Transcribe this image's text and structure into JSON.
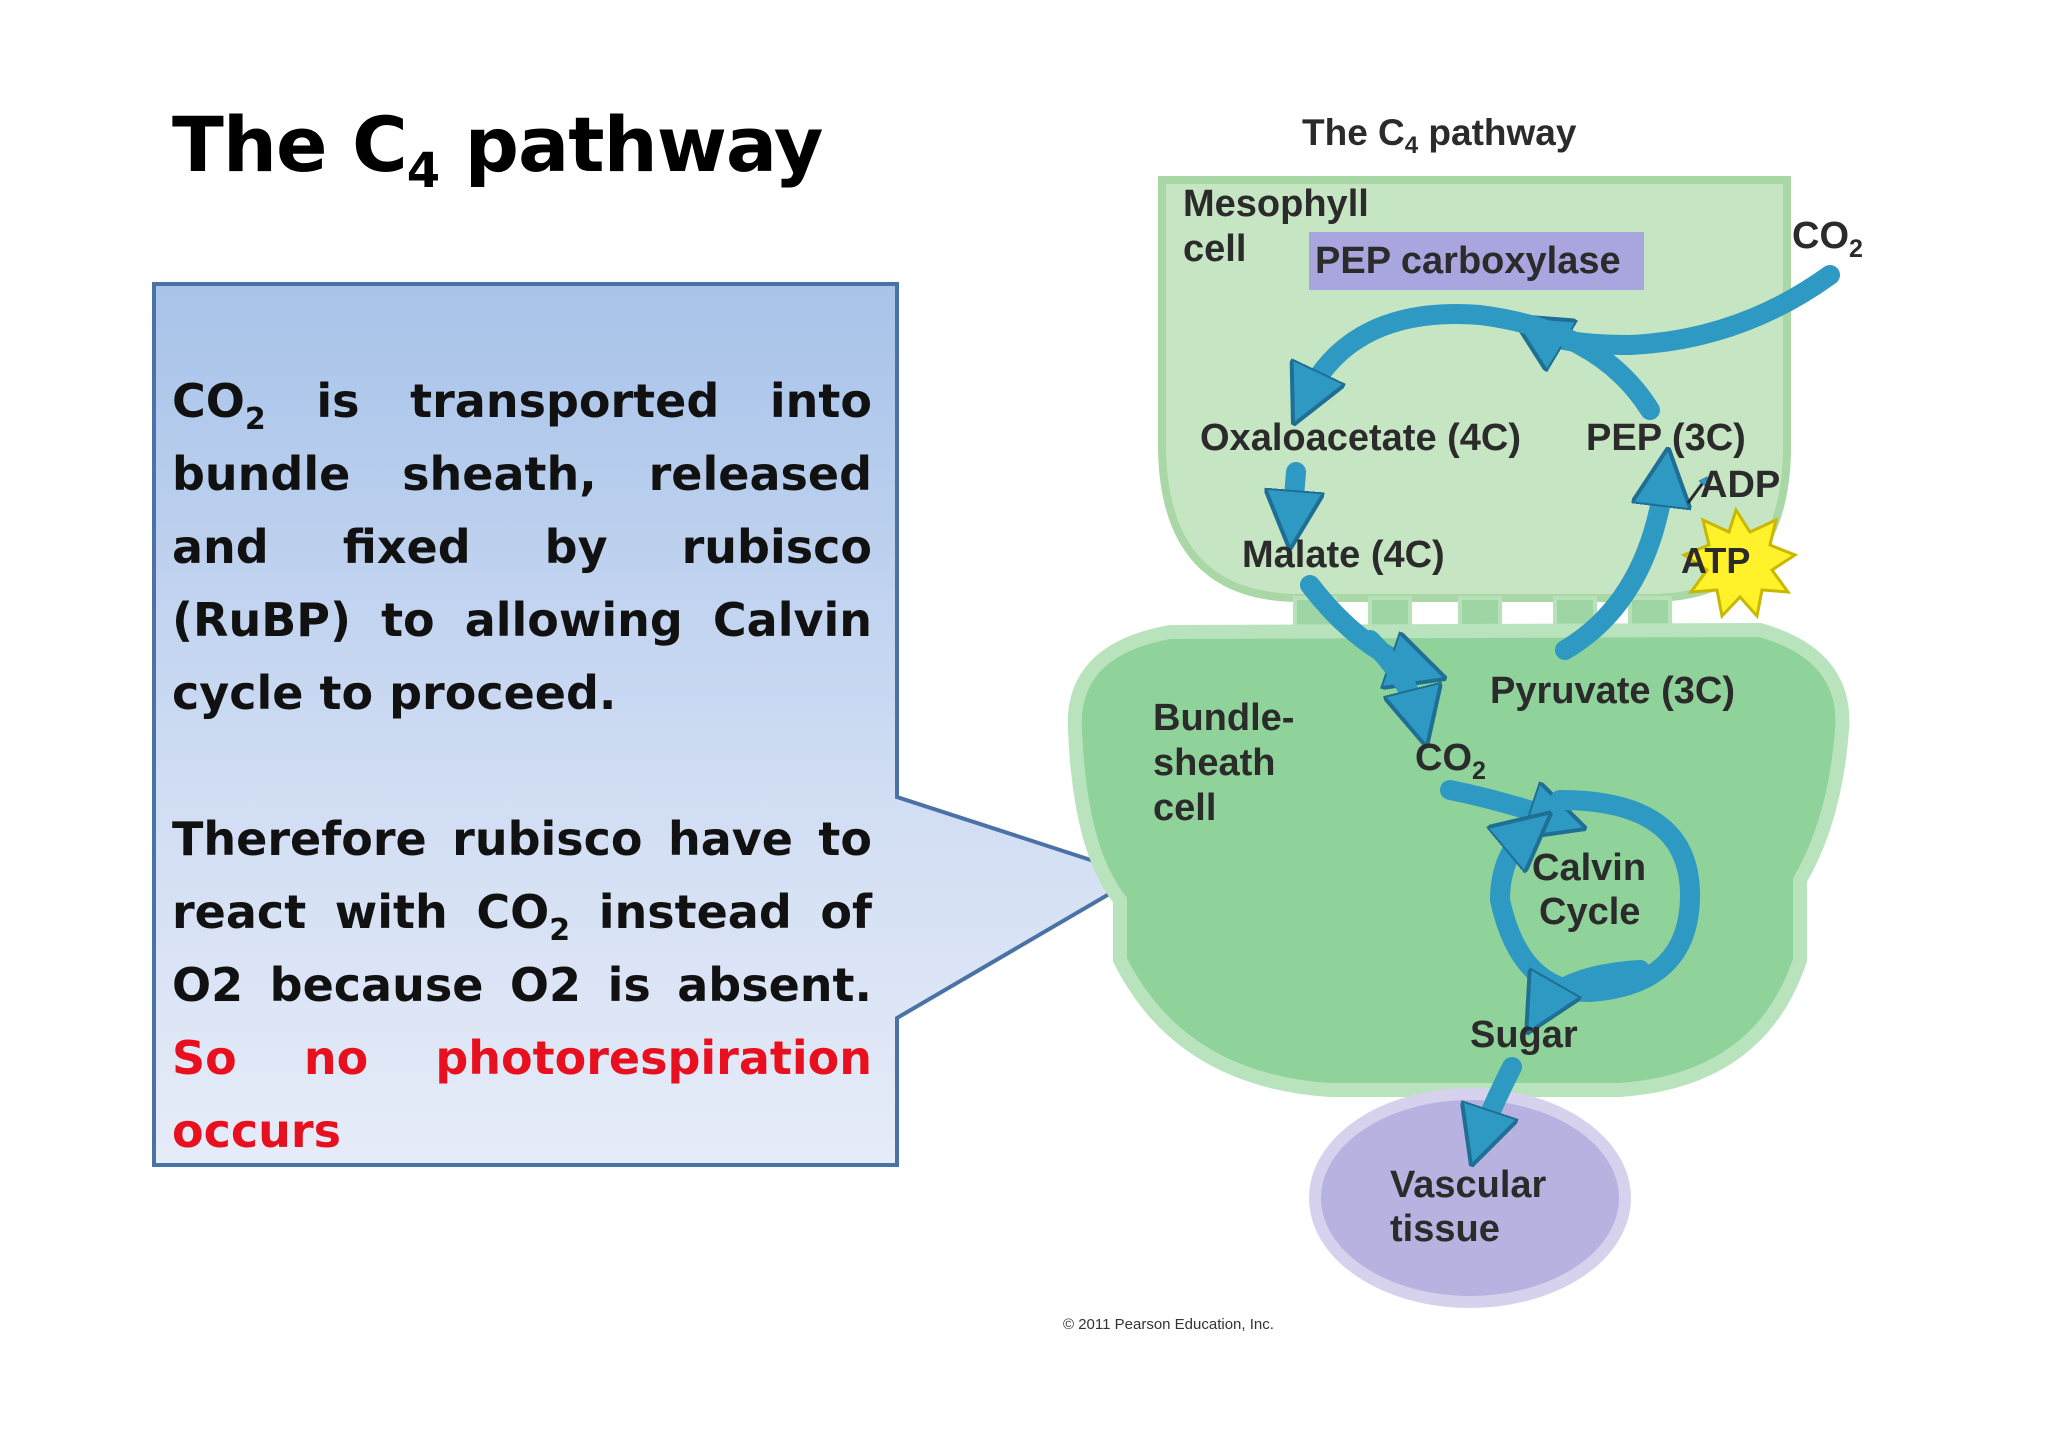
{
  "slide": {
    "title_main": "The C",
    "title_sub": "4",
    "title_rest": " pathway"
  },
  "callout": {
    "p1_a": "CO",
    "p1_sub": "2",
    "p1_b": " is transported into bundle sheath, released and fixed by rubisco (RuBP) to allowing Calvin cycle to proceed.",
    "p2_a": "Therefore rubisco have to react with CO",
    "p2_sub": "2",
    "p2_b": " instead of O2 because O2 is absent. ",
    "p2_red": "So no photorespiration occurs",
    "red_color": "#e8101e"
  },
  "diagram": {
    "title_a": "The C",
    "title_sub": "4",
    "title_b": " pathway",
    "mesophyll_1": "Mesophyll",
    "mesophyll_2": "cell",
    "enzyme": "PEP carboxylase",
    "co2_in": "CO",
    "co2_in_sub": "2",
    "oxaloacetate": "Oxaloacetate (4C)",
    "pep": "PEP (3C)",
    "adp": "ADP",
    "atp": "ATP",
    "malate": "Malate (4C)",
    "pyruvate": "Pyruvate (3C)",
    "bundle_1": "Bundle-",
    "bundle_2": "sheath",
    "bundle_3": "cell",
    "co2_bs": "CO",
    "co2_bs_sub": "2",
    "calvin_1": "Calvin",
    "calvin_2": "Cycle",
    "sugar": "Sugar",
    "vascular_1": "Vascular",
    "vascular_2": "tissue",
    "copyright": "© 2011 Pearson Education, Inc.",
    "colors": {
      "mesophyll": "#c6e5c3",
      "bundle_sheath": "#8fd29a",
      "arrow": "#2e99c2",
      "enzyme_box": "#a9a6df",
      "vascular": "#b8b2e0",
      "atp_star": "#fff12a"
    }
  }
}
